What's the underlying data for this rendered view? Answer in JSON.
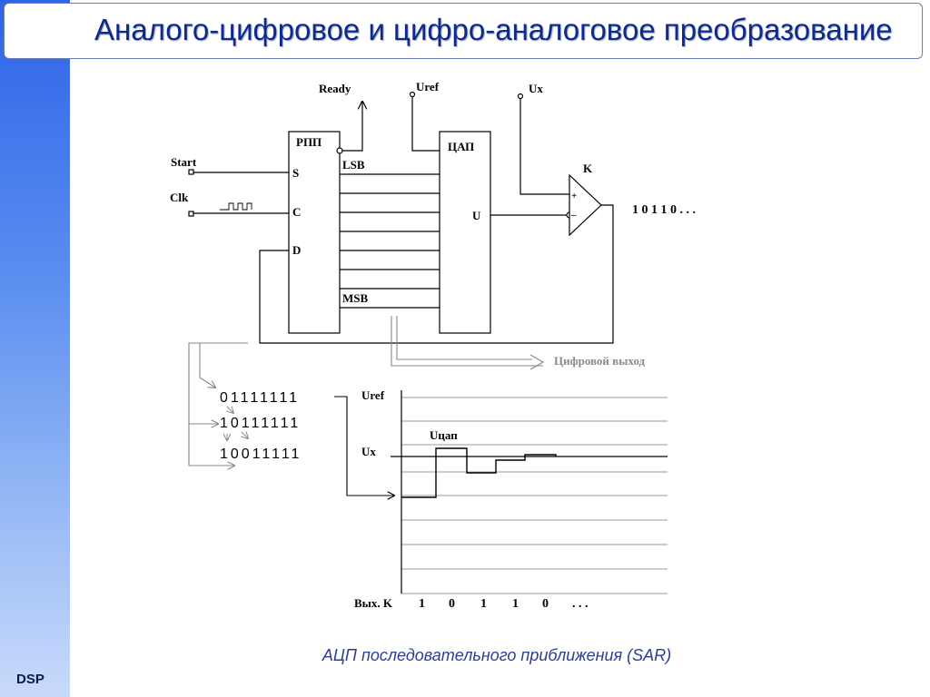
{
  "slide": {
    "title": "Аналого-цифровое и цифро-аналоговое преобразование",
    "sidebar_label": "DSP",
    "caption": "АЦП последовательного приближения (SAR)"
  },
  "diagram": {
    "ready": "Ready",
    "uref_top": "Uref",
    "ux_top": "Ux",
    "start": "Start",
    "clk": "Clk",
    "rpp": "РПП",
    "s": "S",
    "c": "C",
    "d": "D",
    "lsb": "LSB",
    "msb": "MSB",
    "cap": "ЦАП",
    "u": "U",
    "k": "K",
    "plus": "+",
    "minus": "–",
    "output_bits": "1 0 1 1 0 . . .",
    "digital_output": "Цифровой выход",
    "code1": "01111111",
    "code2": "10111111",
    "code3": "10011111",
    "graph_uref": "Uref",
    "graph_ucap": "Uцап",
    "graph_ux": "Ux",
    "vyh_k": "Вых. K",
    "bit1": "1",
    "bit2": "0",
    "bit3": "1",
    "bit4": "1",
    "bit5": "0",
    "ellipsis": ". . ."
  }
}
